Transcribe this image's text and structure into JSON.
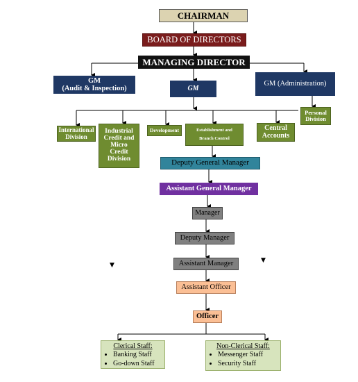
{
  "chairman": "CHAIRMAN",
  "board": "BOARD OF DIRECTORS",
  "managing_director": "MANAGING DIRECTOR",
  "gm_audit": {
    "line1": "GM",
    "line2": "(Audit & Inspection)"
  },
  "gm": "GM",
  "gm_admin": "GM (Administration)",
  "divisions": {
    "international": {
      "line1": "International",
      "line2": "Division"
    },
    "industrial": {
      "line1": "Industrial",
      "line2": "Credit and",
      "line3": "Micro",
      "line4": "Credit",
      "line5": "Division"
    },
    "development": "Development",
    "establishment": {
      "line1": "Establishment and",
      "line2": "Branch Control"
    },
    "central_accounts": {
      "line1": "Central",
      "line2": "Accounts"
    },
    "personal": {
      "line1": "Personal",
      "line2": "Division"
    }
  },
  "hierarchy": {
    "dgm": "Deputy General Manager",
    "agm": "Assistant General Manager",
    "manager": "Manager",
    "deputy_manager": "Deputy Manager",
    "assistant_manager": "Assistant Manager",
    "assistant_officer": "Assistant Officer",
    "officer": "Officer"
  },
  "clerical": {
    "title": "Clerical Staff:",
    "items": [
      "Banking Staff",
      "Go-down Staff"
    ]
  },
  "non_clerical": {
    "title": "Non-Clerical Staff:",
    "items": [
      "Messenger Staff",
      "Security Staff"
    ]
  },
  "colors": {
    "chairman": "#dcd3b1",
    "board": "#7a1c1c",
    "managing_director": "#111111",
    "gm": "#1f3864",
    "division": "#6f8c30",
    "dgm": "#31849b",
    "agm": "#7030a0",
    "manager": "#808080",
    "officer": "#fbbf95",
    "staff": "#d7e4bd"
  },
  "stray_arrow": "▼"
}
